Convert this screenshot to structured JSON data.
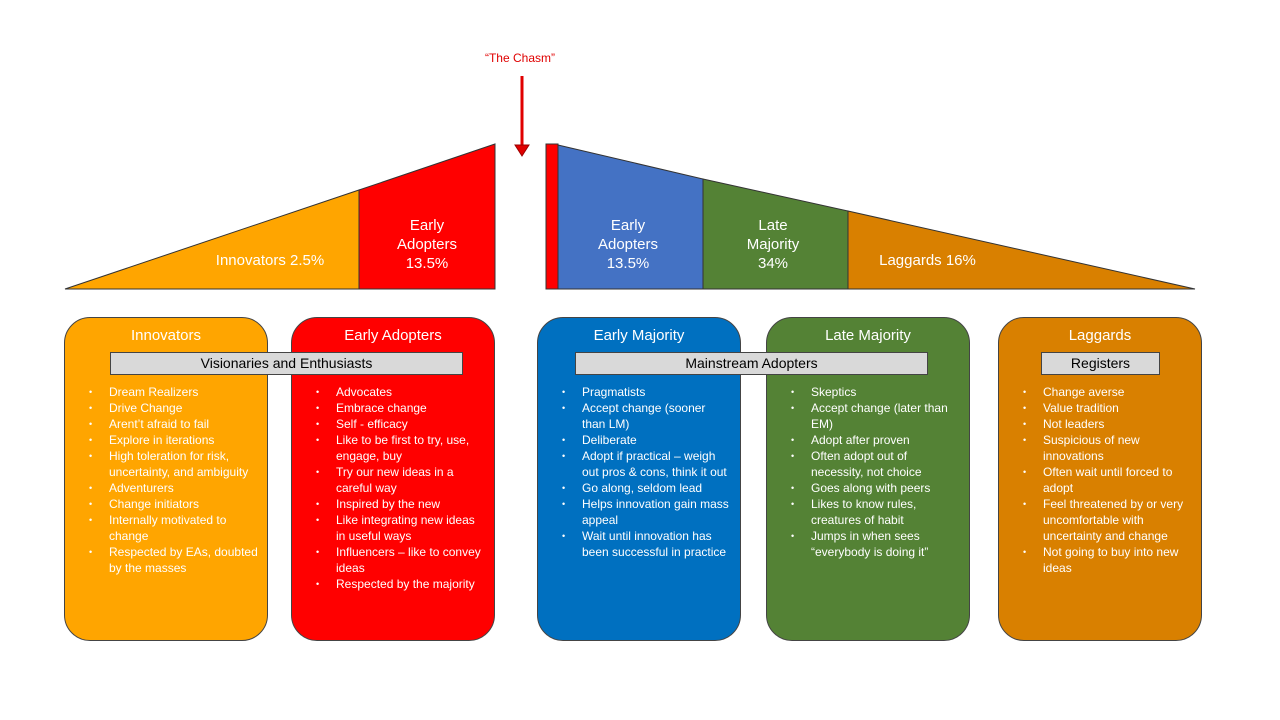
{
  "chasm": {
    "label": "“The Chasm”",
    "color": "#e00000"
  },
  "segments": [
    {
      "line1": "Innovators 2.5%",
      "color": "#ffa500"
    },
    {
      "line1": "Early",
      "line2": "Adopters",
      "line3": "13.5%",
      "color": "#ff0000"
    },
    {
      "line1": "Early",
      "line2": "Adopters",
      "line3": "13.5%",
      "color": "#4472c4"
    },
    {
      "line1": "Late",
      "line2": "Majority",
      "line3": "34%",
      "color": "#548235"
    },
    {
      "line1": "Laggards 16%",
      "color": "#d98000"
    }
  ],
  "bands": {
    "visionaries": "Visionaries and Enthusiasts",
    "mainstream": "Mainstream Adopters",
    "registers": "Registers"
  },
  "cards": [
    {
      "title": "Innovators",
      "color": "#ffa500",
      "items": [
        "Dream Realizers",
        "Drive Change",
        "Arent’t afraid to fail",
        "Explore in iterations",
        "High toleration for risk, uncertainty, and ambiguity",
        "Adventurers",
        "Change initiators",
        "Internally motivated to change",
        "Respected by EAs, doubted by the masses"
      ]
    },
    {
      "title": "Early Adopters",
      "color": "#ff0000",
      "items": [
        "Advocates",
        "Embrace change",
        "Self - efficacy",
        "Like to be first to try, use, engage, buy",
        "Try our new ideas in a careful way",
        "Inspired by the new",
        "Like integrating new ideas in useful ways",
        "Influencers – like to convey ideas",
        "Respected by the majority"
      ]
    },
    {
      "title": "Early Majority",
      "color": "#0070c0",
      "items": [
        "Pragmatists",
        "Accept change (sooner than LM)",
        "Deliberate",
        "Adopt if practical – weigh out pros & cons, think it out",
        "Go along, seldom lead",
        "Helps innovation gain mass appeal",
        "Wait until innovation has been successful in practice"
      ]
    },
    {
      "title": "Late Majority",
      "color": "#548235",
      "items": [
        "Skeptics",
        "Accept change (later than EM)",
        "Adopt after proven",
        "Often adopt out of necessity, not choice",
        "Goes along with peers",
        "Likes to know rules, creatures of habit",
        "Jumps in when sees “everybody is doing it”"
      ]
    },
    {
      "title": "Laggards",
      "color": "#d98000",
      "items": [
        "Change averse",
        "Value tradition",
        "Not leaders",
        "Suspicious of new innovations",
        "Often wait until forced to adopt",
        "Feel threatened by or very uncomfortable with uncertainty and change",
        "Not going to buy into new ideas"
      ]
    }
  ]
}
